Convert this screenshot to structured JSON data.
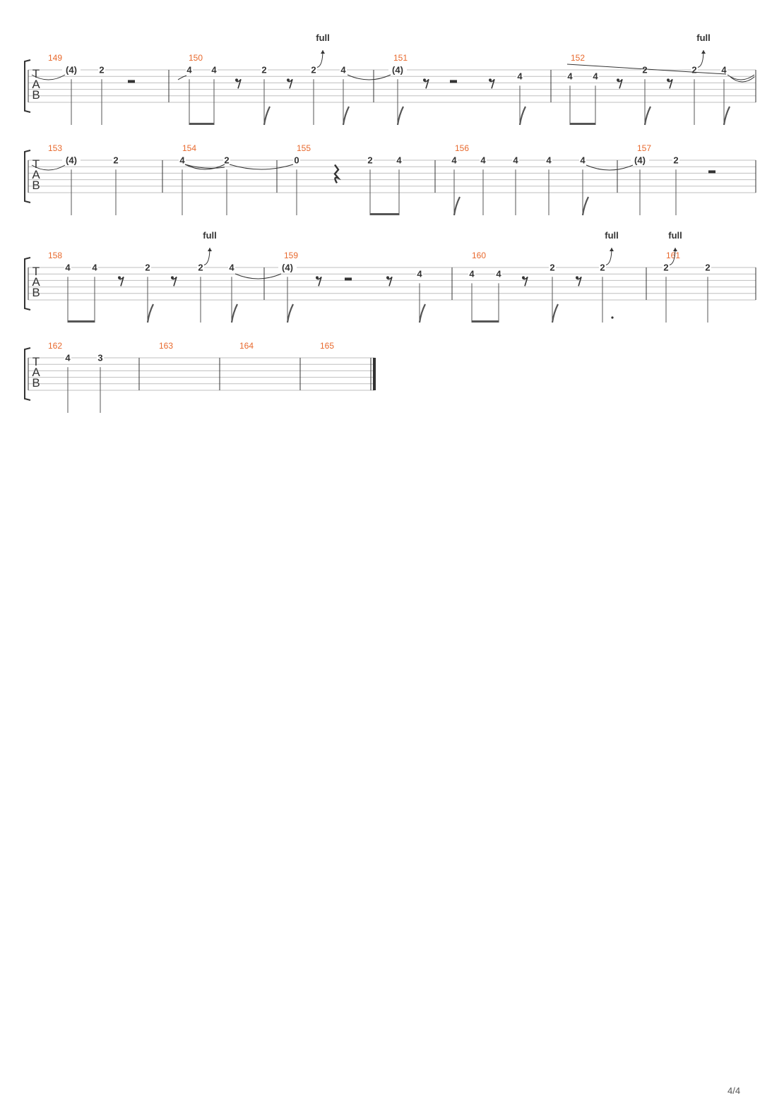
{
  "page_number": "4/4",
  "tab_clef": [
    "T",
    "A",
    "B"
  ],
  "colors": {
    "measure_number": "#e8692d",
    "notation": "#333333",
    "staff_line": "#bfbfbf"
  },
  "systems": [
    {
      "measures": [
        {
          "number": "149",
          "notes": [
            {
              "fret": "(4)",
              "string": 1,
              "stem": "plain",
              "tie_in": true
            },
            {
              "fret": "2",
              "string": 1,
              "stem": "plain"
            },
            {
              "rest": "half"
            }
          ]
        },
        {
          "number": "150",
          "notes": [
            {
              "fret": "4",
              "string": 1,
              "stem": "beam"
            },
            {
              "fret": "4",
              "string": 1,
              "stem": "beam"
            },
            {
              "rest": "eighth"
            },
            {
              "fret": "2",
              "string": 1,
              "stem": "flag"
            },
            {
              "rest": "eighth"
            },
            {
              "fret": "2",
              "string": 1,
              "stem": "plain",
              "bend": "full"
            },
            {
              "fret": "4",
              "string": 1,
              "stem": "flag"
            }
          ]
        },
        {
          "number": "151",
          "notes": [
            {
              "fret": "(4)",
              "string": 1,
              "stem": "flag"
            },
            {
              "rest": "eighth"
            },
            {
              "rest": "half"
            },
            {
              "rest": "eighth"
            },
            {
              "fret": "4",
              "string": 2,
              "stem": "flag"
            }
          ]
        },
        {
          "number": "152",
          "notes": [
            {
              "fret": "4",
              "string": 2,
              "stem": "beam"
            },
            {
              "fret": "4",
              "string": 2,
              "stem": "beam"
            },
            {
              "rest": "eighth"
            },
            {
              "fret": "2",
              "string": 1,
              "stem": "flag"
            },
            {
              "rest": "eighth"
            },
            {
              "fret": "2",
              "string": 1,
              "stem": "plain",
              "bend": "full"
            },
            {
              "fret": "4",
              "string": 1,
              "stem": "flag"
            }
          ]
        }
      ]
    },
    {
      "measures": [
        {
          "number": "153",
          "notes": [
            {
              "fret": "(4)",
              "string": 1,
              "stem": "plain"
            },
            {
              "fret": "2",
              "string": 1,
              "stem": "plain"
            }
          ]
        },
        {
          "number": "154",
          "notes": [
            {
              "fret": "4",
              "string": 1,
              "stem": "plain"
            },
            {
              "fret": "2",
              "string": 1,
              "stem": "plain"
            }
          ]
        },
        {
          "number": "155",
          "notes": [
            {
              "fret": "0",
              "string": 1,
              "stem": "plain"
            },
            {
              "rest": "quarter"
            },
            {
              "fret": "2",
              "string": 1,
              "stem": "beam"
            },
            {
              "fret": "4",
              "string": 1,
              "stem": "beam"
            }
          ]
        },
        {
          "number": "156",
          "notes": [
            {
              "fret": "4",
              "string": 1,
              "stem": "flag"
            },
            {
              "fret": "4",
              "string": 1,
              "stem": "plain"
            },
            {
              "fret": "4",
              "string": 1,
              "stem": "plain"
            },
            {
              "fret": "4",
              "string": 1,
              "stem": "plain"
            },
            {
              "fret": "4",
              "string": 1,
              "stem": "flag"
            }
          ]
        },
        {
          "number": "157",
          "notes": [
            {
              "fret": "(4)",
              "string": 1,
              "stem": "plain"
            },
            {
              "fret": "2",
              "string": 1,
              "stem": "plain"
            },
            {
              "rest": "half"
            }
          ]
        }
      ]
    },
    {
      "measures": [
        {
          "number": "158",
          "notes": [
            {
              "fret": "4",
              "string": 1,
              "stem": "beam"
            },
            {
              "fret": "4",
              "string": 1,
              "stem": "beam"
            },
            {
              "rest": "eighth"
            },
            {
              "fret": "2",
              "string": 1,
              "stem": "flag"
            },
            {
              "rest": "eighth"
            },
            {
              "fret": "2",
              "string": 1,
              "stem": "plain",
              "bend": "full"
            },
            {
              "fret": "4",
              "string": 1,
              "stem": "flag"
            }
          ]
        },
        {
          "number": "159",
          "notes": [
            {
              "fret": "(4)",
              "string": 1,
              "stem": "flag"
            },
            {
              "rest": "eighth"
            },
            {
              "rest": "half"
            },
            {
              "rest": "eighth"
            },
            {
              "fret": "4",
              "string": 2,
              "stem": "flag"
            }
          ]
        },
        {
          "number": "160",
          "notes": [
            {
              "fret": "4",
              "string": 2,
              "stem": "beam"
            },
            {
              "fret": "4",
              "string": 2,
              "stem": "beam"
            },
            {
              "rest": "eighth"
            },
            {
              "fret": "2",
              "string": 1,
              "stem": "flag"
            },
            {
              "rest": "eighth"
            },
            {
              "fret": "2",
              "string": 1,
              "stem": "dotted",
              "bend": "full"
            }
          ]
        },
        {
          "number": "161",
          "notes": [
            {
              "fret": "2",
              "string": 1,
              "stem": "plain",
              "bend": "full"
            },
            {
              "fret": "2",
              "string": 1,
              "stem": "plain"
            }
          ]
        }
      ]
    },
    {
      "measures": [
        {
          "number": "162",
          "notes": [
            {
              "fret": "4",
              "string": 1,
              "stem": "plain"
            },
            {
              "fret": "3",
              "string": 1,
              "stem": "plain"
            }
          ]
        },
        {
          "number": "163",
          "notes": []
        },
        {
          "number": "164",
          "notes": []
        },
        {
          "number": "165",
          "notes": []
        }
      ]
    }
  ]
}
